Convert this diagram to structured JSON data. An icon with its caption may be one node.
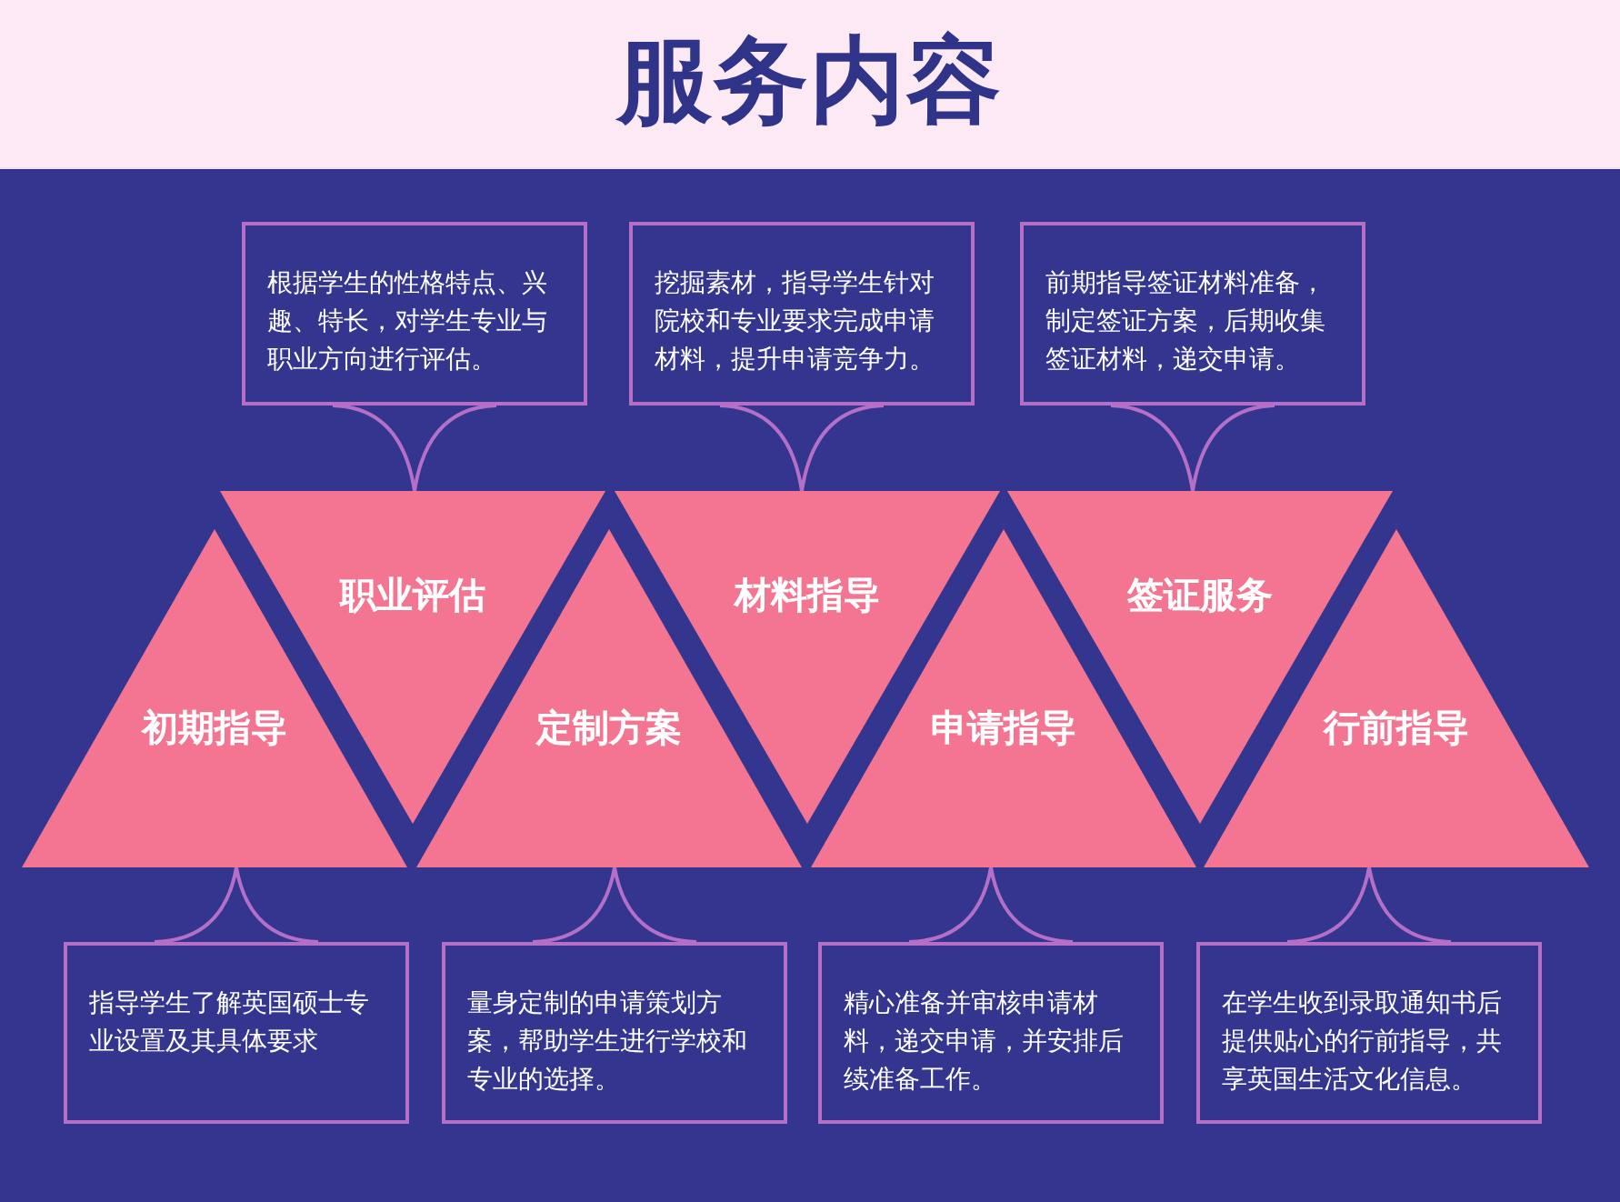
{
  "diagram": {
    "title": "服务内容",
    "nodes": [
      {
        "text": [
          "根据学生的性格特点、兴趣、特长，对学生专业与职业方向进行评估。"
        ]
      },
      {
        "text": [
          "挖掘素材，指导学生针对院校和专业要求完成申请材料，提升申请竞争力。"
        ]
      },
      {
        "text": [
          "前期指导签证材料准备，制定签证方案，后期收集签证材料，递交申请。"
        ]
      },
      {
        "text": [
          "初期指导"
        ]
      },
      {
        "text": [
          "职业评估"
        ]
      },
      {
        "text": [
          "定制方案"
        ]
      },
      {
        "text": [
          "材料指导"
        ]
      },
      {
        "text": [
          "申请指导"
        ]
      },
      {
        "text": [
          "签证服务"
        ]
      },
      {
        "text": [
          "行前指导"
        ]
      },
      {
        "text": [
          "指导学生了解英国硕士专业设置及其具体要求"
        ]
      },
      {
        "text": [
          "量身定制的申请策划方案，帮助学生进行学校和专业的选择。"
        ]
      },
      {
        "text": [
          "精心准备并审核申请材料，递交申请，并安排后续准备工作。"
        ]
      },
      {
        "text": [
          "在学生收到录取通知书后提供贴心的行前指导，共享英国生活文化信息。"
        ]
      }
    ],
    "edges": [
      {
        "from": 0,
        "to": 4,
        "arrow": "none"
      },
      {
        "from": 1,
        "to": 6,
        "arrow": "none"
      },
      {
        "from": 2,
        "to": 8,
        "arrow": "none"
      },
      {
        "from": 10,
        "to": 3,
        "arrow": "none"
      },
      {
        "from": 11,
        "to": 5,
        "arrow": "none"
      },
      {
        "from": 12,
        "to": 7,
        "arrow": "none"
      },
      {
        "from": 13,
        "to": 9,
        "arrow": "none"
      }
    ]
  }
}
